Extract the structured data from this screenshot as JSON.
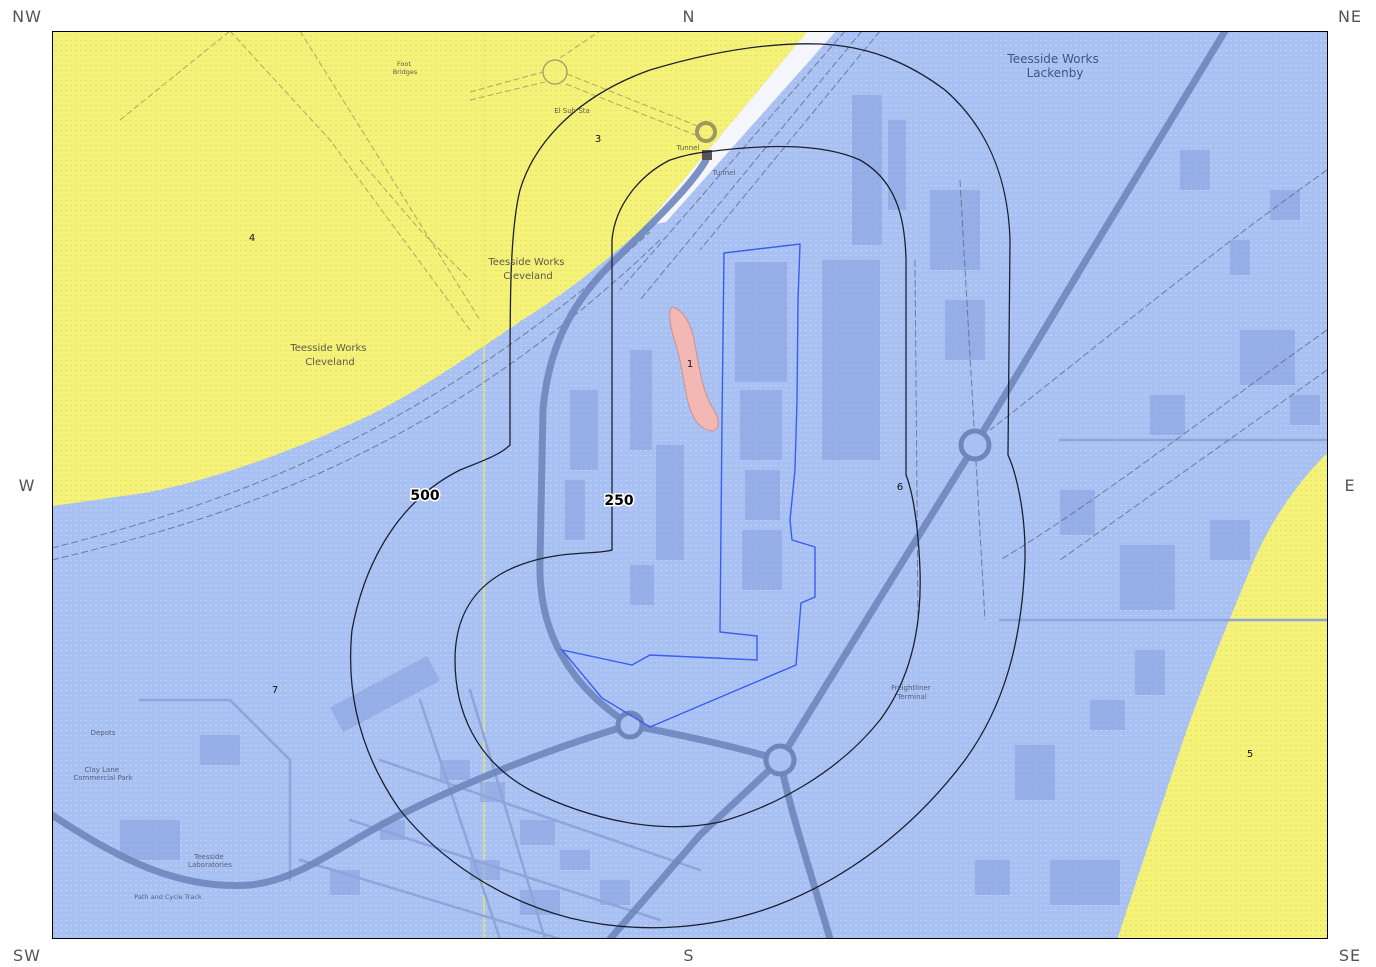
{
  "compass": {
    "nw": "NW",
    "n": "N",
    "ne": "NE",
    "w": "W",
    "e": "E",
    "sw": "SW",
    "s": "S",
    "se": "SE"
  },
  "map": {
    "colors": {
      "zone_blue": "#a9c1f2",
      "zone_yellow": "#f5f27a",
      "site_boundary": "#3a5cf2",
      "feature_fill": "#f3b7b4",
      "buffer_line": "#1b2030",
      "road": "#6f86bd"
    },
    "buffers": {
      "inner": "250",
      "outer": "500"
    },
    "site_numbers": {
      "n1": "1",
      "n3": "3",
      "n4": "4",
      "n5": "5",
      "n6": "6",
      "n7": "7"
    },
    "labels": {
      "lackenby": {
        "line1": "Teesside Works",
        "line2": "Lackenby"
      },
      "cleveland_north": {
        "line1": "Teesside Works",
        "line2": "Cleveland"
      },
      "cleveland_west": {
        "line1": "Teesside Works",
        "line2": "Cleveland"
      },
      "foot_bridges": {
        "line1": "Foot",
        "line2": "Bridges"
      },
      "el_sub_sta": "El Sub Sta",
      "tunnel_north": "Tunnel",
      "tunnel_south": "Tunnel",
      "freightliner": {
        "line1": "Freightliner",
        "line2": "Terminal"
      },
      "depots": "Depots",
      "clay_lane": {
        "line1": "Clay Lane",
        "line2": "Commercial Park"
      },
      "laboratories": {
        "line1": "Teesside",
        "line2": "Laboratories"
      },
      "path_cycle": "Path and Cycle Track"
    }
  }
}
